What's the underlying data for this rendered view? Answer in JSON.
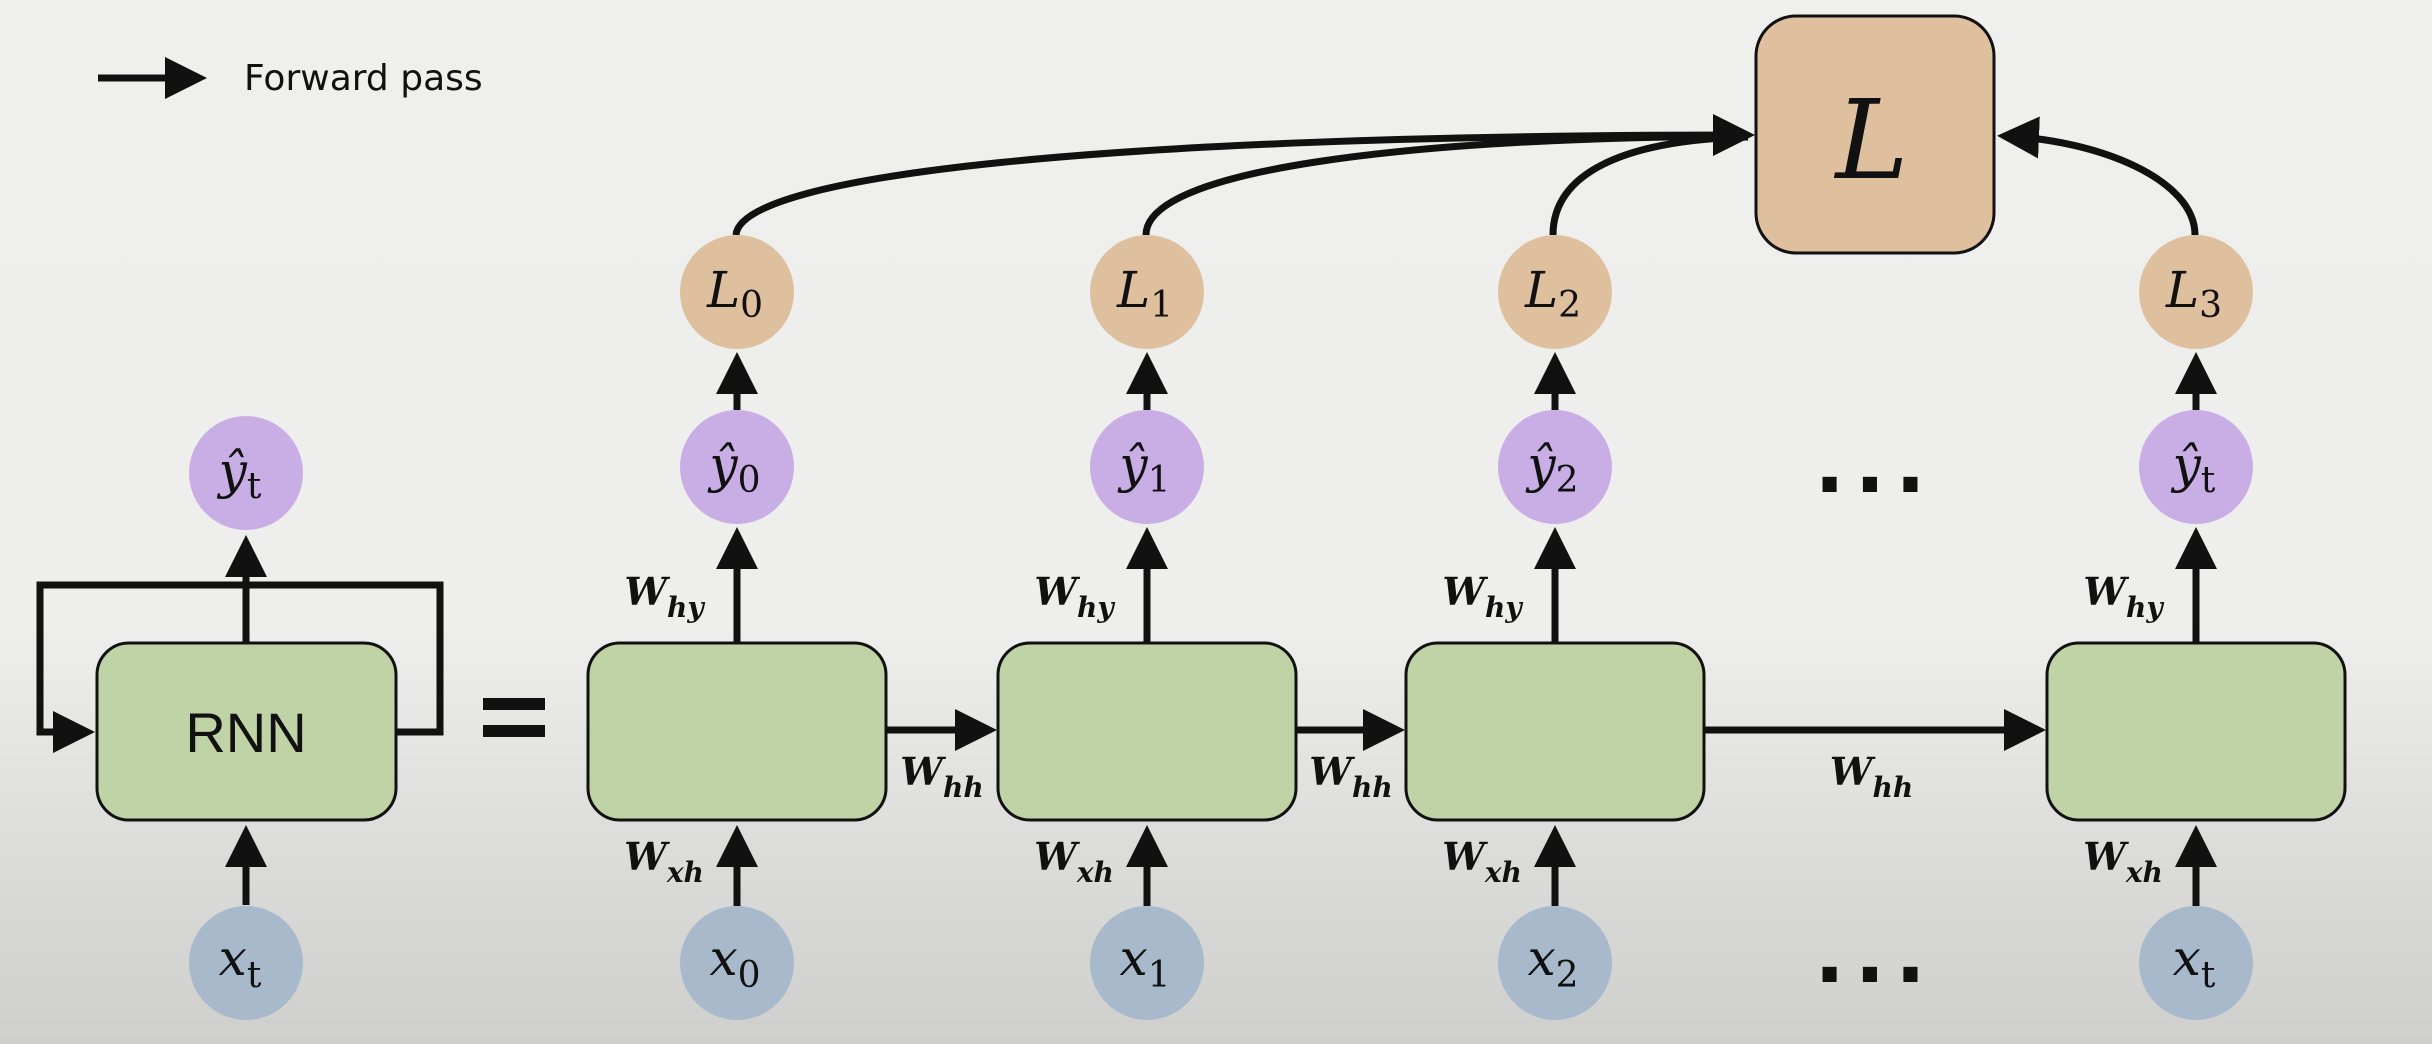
{
  "legend": {
    "label": "Forward pass",
    "icon": "arrow-right-icon"
  },
  "colors": {
    "loss": "#dfc09e",
    "output": "#c9aee6",
    "hidden": "#bfd3a6",
    "input": "#a8b9cb",
    "stroke": "#111111"
  },
  "folded": {
    "cell_label": "RNN",
    "output": {
      "base": "ŷ",
      "sub": "t"
    },
    "input": {
      "base": "x",
      "sub": "t"
    },
    "equals": "="
  },
  "total_loss": {
    "label": "L"
  },
  "timesteps": [
    {
      "loss": {
        "base": "L",
        "sub": "0"
      },
      "output": {
        "base": "ŷ",
        "sub": "0"
      },
      "input": {
        "base": "x",
        "sub": "0"
      },
      "w_hy": {
        "base": "W",
        "sub": "hy"
      },
      "w_xh": {
        "base": "W",
        "sub": "xh"
      },
      "w_hh": {
        "base": "W",
        "sub": "hh"
      }
    },
    {
      "loss": {
        "base": "L",
        "sub": "1"
      },
      "output": {
        "base": "ŷ",
        "sub": "1"
      },
      "input": {
        "base": "x",
        "sub": "1"
      },
      "w_hy": {
        "base": "W",
        "sub": "hy"
      },
      "w_xh": {
        "base": "W",
        "sub": "xh"
      },
      "w_hh": {
        "base": "W",
        "sub": "hh"
      }
    },
    {
      "loss": {
        "base": "L",
        "sub": "2"
      },
      "output": {
        "base": "ŷ",
        "sub": "2"
      },
      "input": {
        "base": "x",
        "sub": "2"
      },
      "w_hy": {
        "base": "W",
        "sub": "hy"
      },
      "w_xh": {
        "base": "W",
        "sub": "xh"
      },
      "w_hh": {
        "base": "W",
        "sub": "hh"
      }
    },
    {
      "loss": {
        "base": "L",
        "sub": "3"
      },
      "output": {
        "base": "ŷ",
        "sub": "t"
      },
      "input": {
        "base": "x",
        "sub": "t"
      },
      "w_hy": {
        "base": "W",
        "sub": "hy"
      },
      "w_xh": {
        "base": "W",
        "sub": "xh"
      }
    }
  ],
  "ellipsis": "..."
}
